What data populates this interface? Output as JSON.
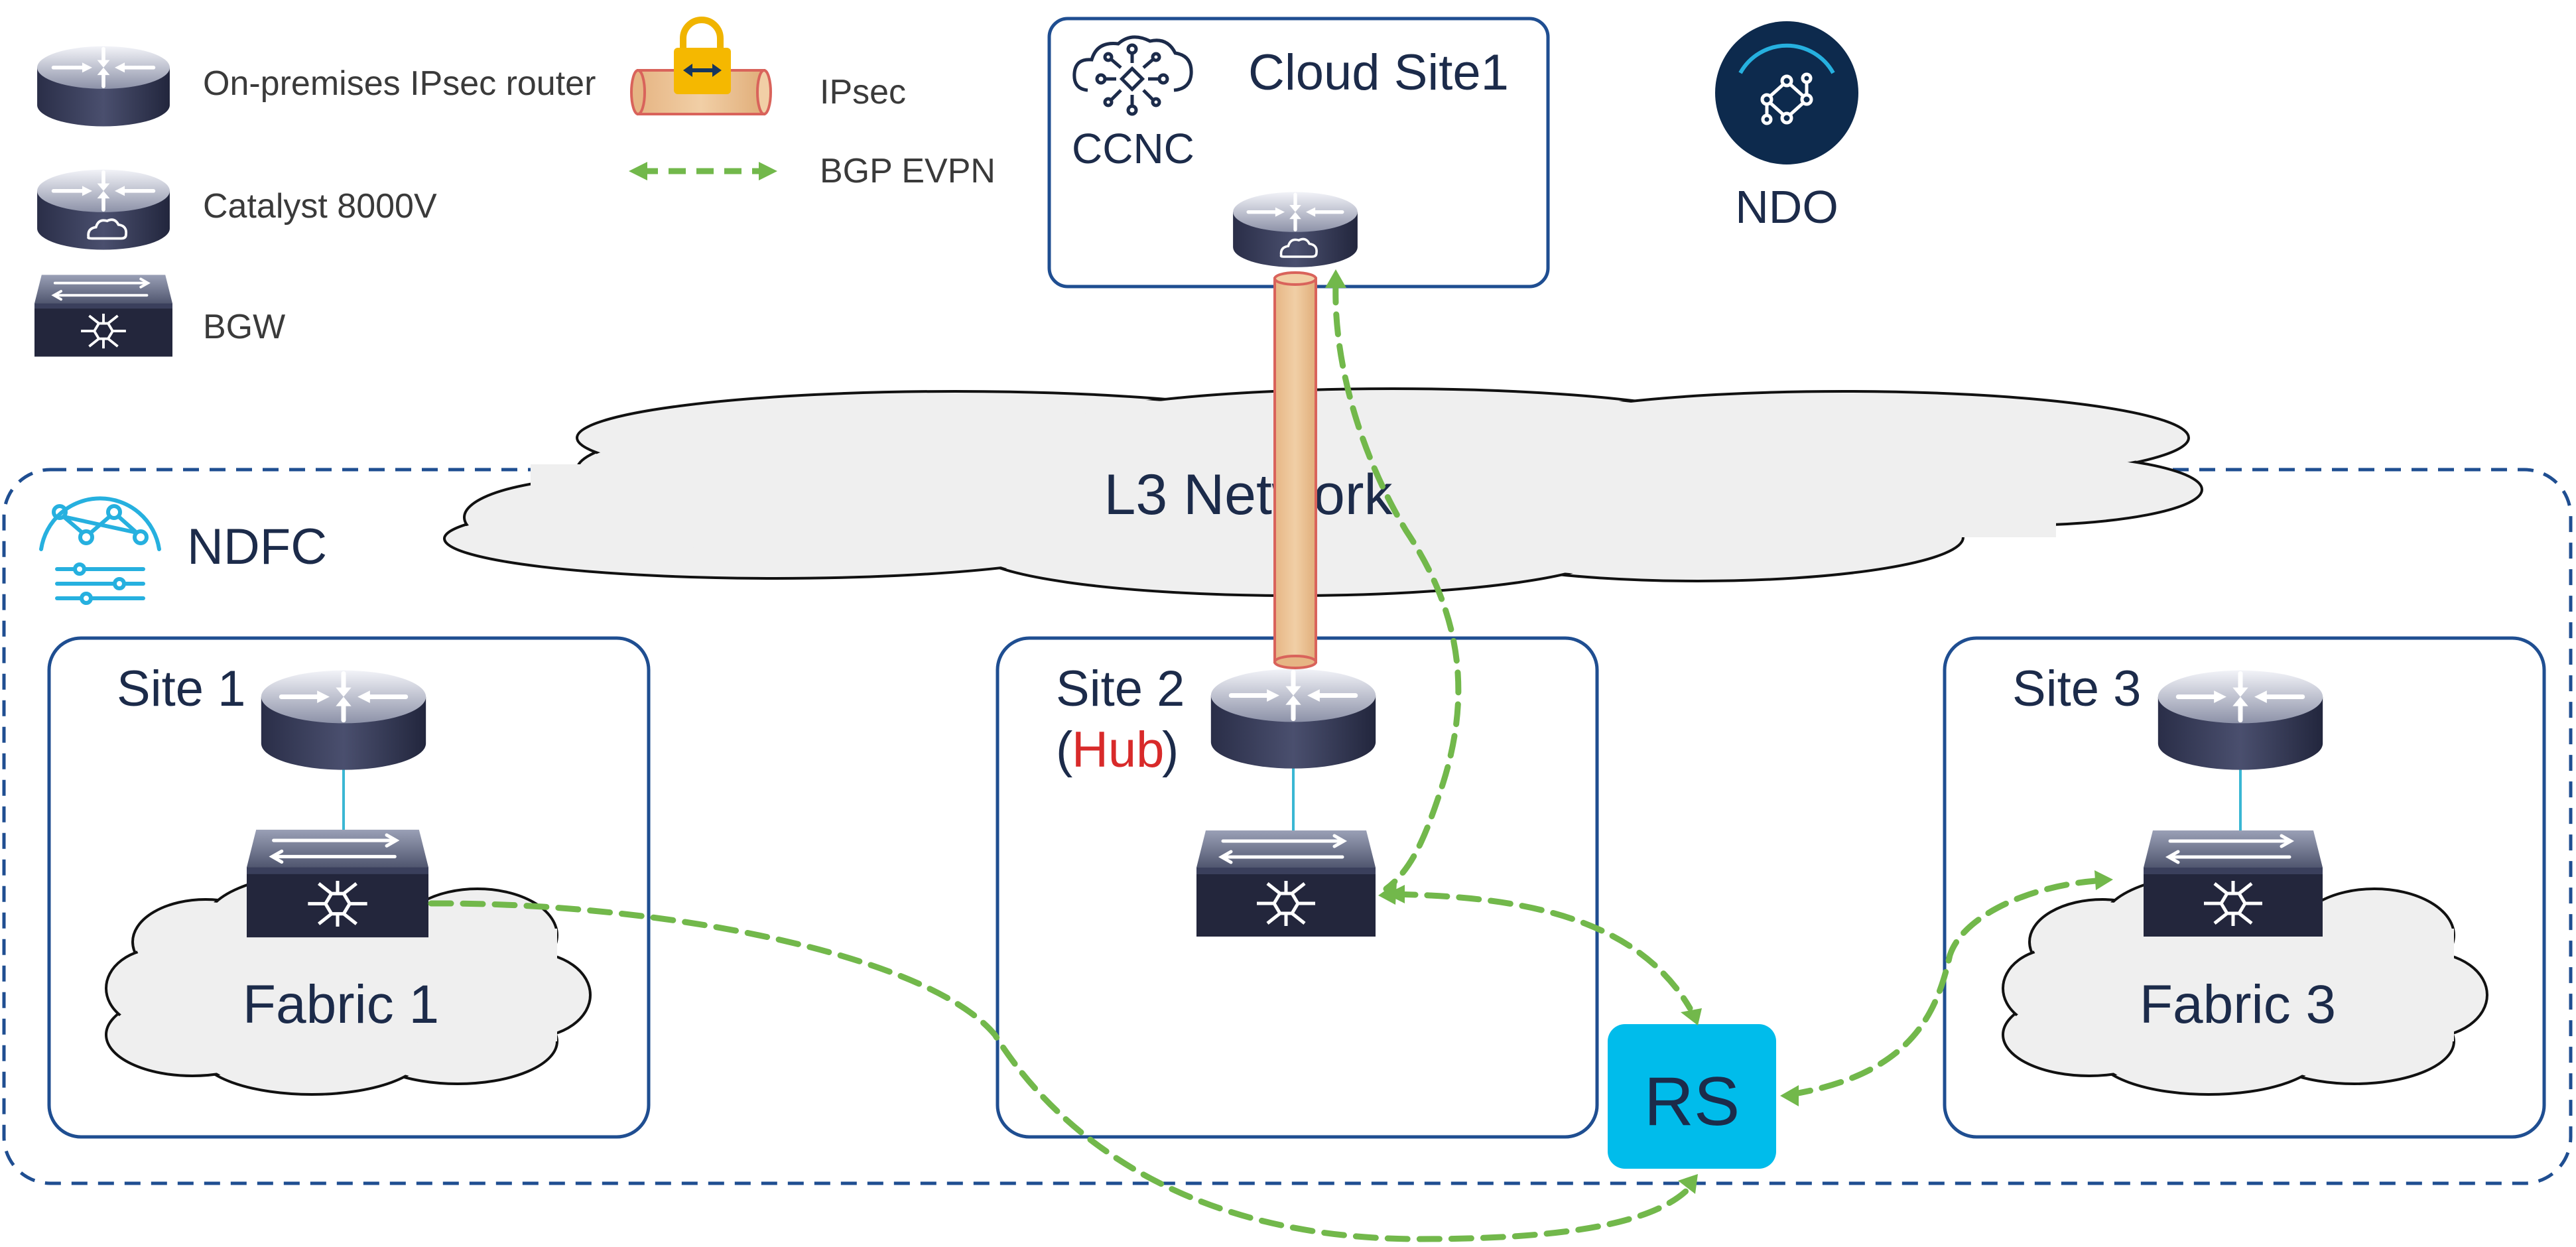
{
  "legend": {
    "router": "On-premises IPsec router",
    "catalyst": "Catalyst 8000V",
    "bgw": "BGW",
    "ipsec": "IPsec",
    "bgp_evpn": "BGP EVPN"
  },
  "cloud_site": {
    "title": "Cloud Site1",
    "ccnc": "CCNC"
  },
  "ndo": {
    "label": "NDO"
  },
  "network": {
    "label": "L3 Network"
  },
  "ndfc": {
    "label": "NDFC"
  },
  "sites": [
    {
      "label": "Site 1",
      "fabric": "Fabric 1"
    },
    {
      "label": "Site 2",
      "hub_open": "(",
      "hub": "Hub",
      "hub_close": ")"
    },
    {
      "label": "Site 3",
      "fabric": "Fabric 3"
    }
  ],
  "route_server": {
    "label": "RS"
  },
  "colors": {
    "border_blue": "#1f4e91",
    "dark_text": "#1c2b4a",
    "evpn_green": "#72b84b",
    "ipsec_tube": "#e8bf92",
    "ipsec_edge": "#d9635b",
    "rs_cyan": "#00bceb",
    "hub_red": "#d82a2a",
    "ndo_navy": "#0d2a4d",
    "ndfc_cyan": "#26b0df",
    "cloud_fill": "#efefef"
  }
}
